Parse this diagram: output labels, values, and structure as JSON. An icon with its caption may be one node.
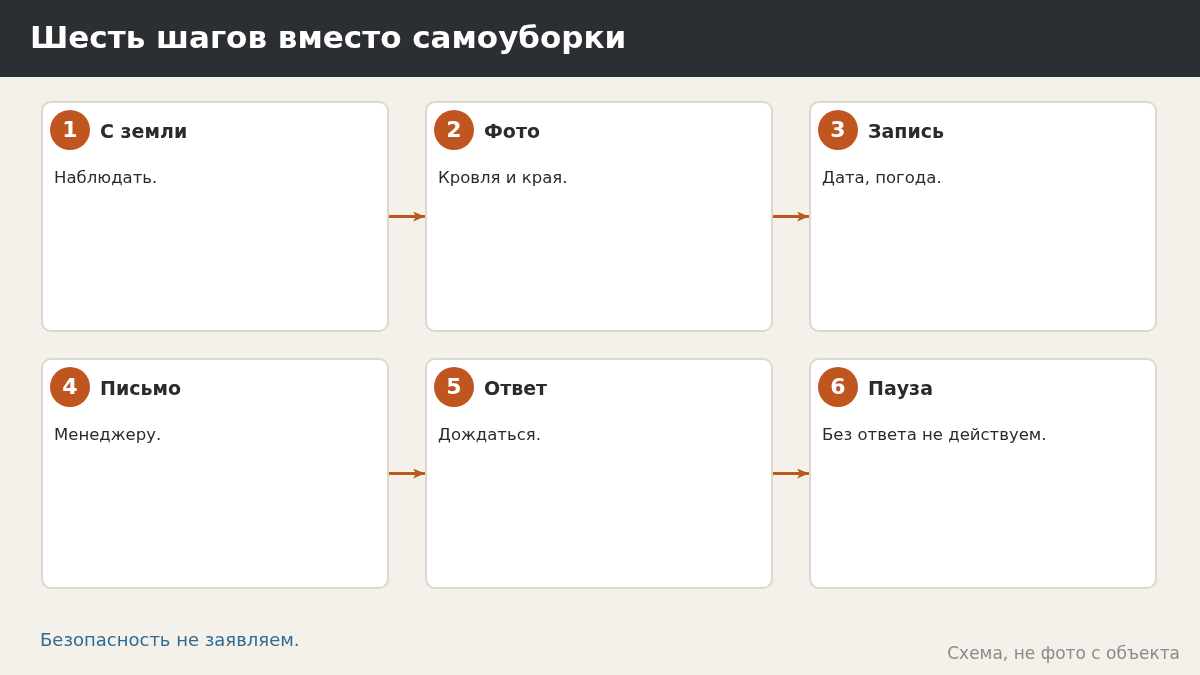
{
  "diagram": {
    "title": "Шесть шагов вместо самоуборки",
    "nodes": [
      {
        "text": [
          "С земли",
          "Наблюдать."
        ]
      },
      {
        "text": [
          "1"
        ],
        "in": 0
      },
      {
        "text": [
          "Фото",
          "Кровля и края."
        ]
      },
      {
        "text": [
          "2"
        ],
        "in": 2
      },
      {
        "text": [
          "Запись",
          "Дата, погода."
        ]
      },
      {
        "text": [
          "3"
        ],
        "in": 4
      },
      {
        "text": [
          "Письмо",
          "Менеджеру."
        ]
      },
      {
        "text": [
          "4"
        ],
        "in": 6
      },
      {
        "text": [
          "Ответ",
          "Дождаться."
        ]
      },
      {
        "text": [
          "5"
        ],
        "in": 8
      },
      {
        "text": [
          "Пауза",
          "Без ответа не действуем."
        ]
      },
      {
        "text": [
          "6"
        ],
        "in": 10
      }
    ],
    "edges": [
      {
        "from": 0,
        "to": 2,
        "arrow": "to"
      },
      {
        "from": 2,
        "to": 4,
        "arrow": "to"
      },
      {
        "from": 6,
        "to": 8,
        "arrow": "to"
      },
      {
        "from": 8,
        "to": 10,
        "arrow": "to"
      }
    ],
    "labels": [
      "Безопасность не заявляем.",
      "Схема, не фото с объекта"
    ]
  }
}
